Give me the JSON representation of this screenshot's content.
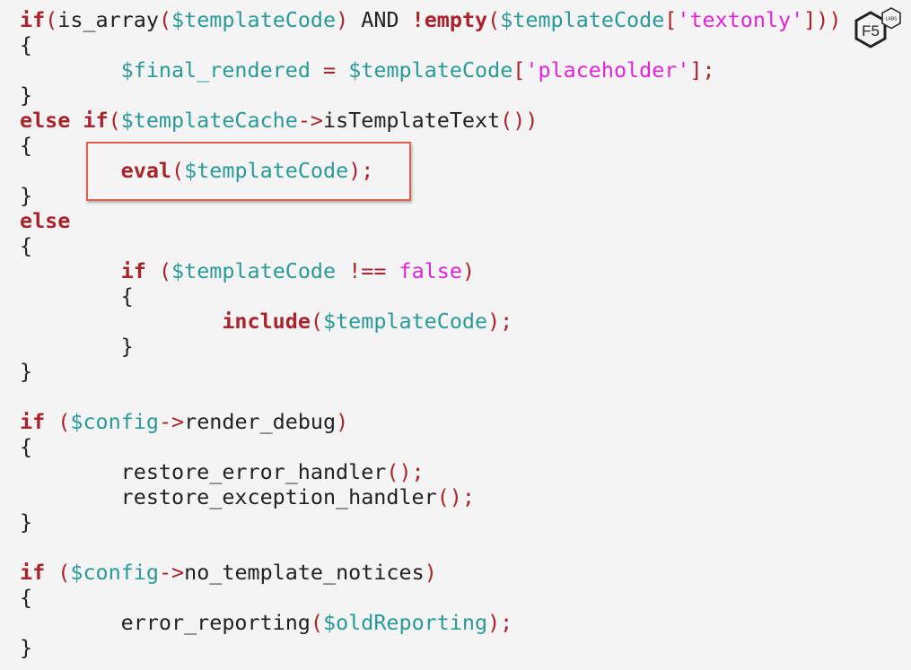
{
  "logo": {
    "text": "F5",
    "badge": "LABS"
  },
  "colors": {
    "keyword": "#a8232b",
    "variable": "#2a9a98",
    "string": "#e024d8",
    "highlight": "#e0604f"
  },
  "highlighted_line": 6,
  "lines": [
    [
      [
        "kw",
        "if"
      ],
      [
        "op",
        "("
      ],
      [
        "plain",
        "is_array"
      ],
      [
        "op",
        "("
      ],
      [
        "var",
        "$templateCode"
      ],
      [
        "op",
        ")"
      ],
      [
        "plain",
        " AND "
      ],
      [
        "kw",
        "!empty"
      ],
      [
        "op",
        "("
      ],
      [
        "var",
        "$templateCode"
      ],
      [
        "op",
        "["
      ],
      [
        "str",
        "'textonly'"
      ],
      [
        "op",
        "]))"
      ]
    ],
    [
      [
        "plain",
        "{"
      ]
    ],
    [
      [
        "plain",
        "        "
      ],
      [
        "var",
        "$final_rendered"
      ],
      [
        "plain",
        " "
      ],
      [
        "op",
        "="
      ],
      [
        "plain",
        " "
      ],
      [
        "var",
        "$templateCode"
      ],
      [
        "op",
        "["
      ],
      [
        "str",
        "'placeholder'"
      ],
      [
        "op",
        "];"
      ]
    ],
    [
      [
        "plain",
        "}"
      ]
    ],
    [
      [
        "kw",
        "else if"
      ],
      [
        "op",
        "("
      ],
      [
        "var",
        "$templateCache"
      ],
      [
        "op",
        "->"
      ],
      [
        "plain",
        "isTemplateText"
      ],
      [
        "op",
        "())"
      ]
    ],
    [
      [
        "plain",
        "{"
      ]
    ],
    [
      [
        "plain",
        "        "
      ],
      [
        "kw",
        "eval"
      ],
      [
        "op",
        "("
      ],
      [
        "var",
        "$templateCode"
      ],
      [
        "op",
        ");"
      ]
    ],
    [
      [
        "plain",
        "}"
      ]
    ],
    [
      [
        "kw",
        "else"
      ]
    ],
    [
      [
        "plain",
        "{"
      ]
    ],
    [
      [
        "plain",
        "        "
      ],
      [
        "kw",
        "if"
      ],
      [
        "plain",
        " "
      ],
      [
        "op",
        "("
      ],
      [
        "var",
        "$templateCode"
      ],
      [
        "plain",
        " "
      ],
      [
        "op",
        "!=="
      ],
      [
        "plain",
        " "
      ],
      [
        "str",
        "false"
      ],
      [
        "op",
        ")"
      ]
    ],
    [
      [
        "plain",
        "        {"
      ]
    ],
    [
      [
        "plain",
        "                "
      ],
      [
        "kw",
        "include"
      ],
      [
        "op",
        "("
      ],
      [
        "var",
        "$templateCode"
      ],
      [
        "op",
        ");"
      ]
    ],
    [
      [
        "plain",
        "        }"
      ]
    ],
    [
      [
        "plain",
        "}"
      ]
    ],
    [],
    [
      [
        "kw",
        "if"
      ],
      [
        "plain",
        " "
      ],
      [
        "op",
        "("
      ],
      [
        "var",
        "$config"
      ],
      [
        "op",
        "->"
      ],
      [
        "plain",
        "render_debug"
      ],
      [
        "op",
        ")"
      ]
    ],
    [
      [
        "plain",
        "{"
      ]
    ],
    [
      [
        "plain",
        "        restore_error_handler"
      ],
      [
        "op",
        "();"
      ]
    ],
    [
      [
        "plain",
        "        restore_exception_handler"
      ],
      [
        "op",
        "();"
      ]
    ],
    [
      [
        "plain",
        "}"
      ]
    ],
    [],
    [
      [
        "kw",
        "if"
      ],
      [
        "plain",
        " "
      ],
      [
        "op",
        "("
      ],
      [
        "var",
        "$config"
      ],
      [
        "op",
        "->"
      ],
      [
        "plain",
        "no_template_notices"
      ],
      [
        "op",
        ")"
      ]
    ],
    [
      [
        "plain",
        "{"
      ]
    ],
    [
      [
        "plain",
        "        error_reporting"
      ],
      [
        "op",
        "("
      ],
      [
        "var",
        "$oldReporting"
      ],
      [
        "op",
        ");"
      ]
    ],
    [
      [
        "plain",
        "}"
      ]
    ]
  ]
}
